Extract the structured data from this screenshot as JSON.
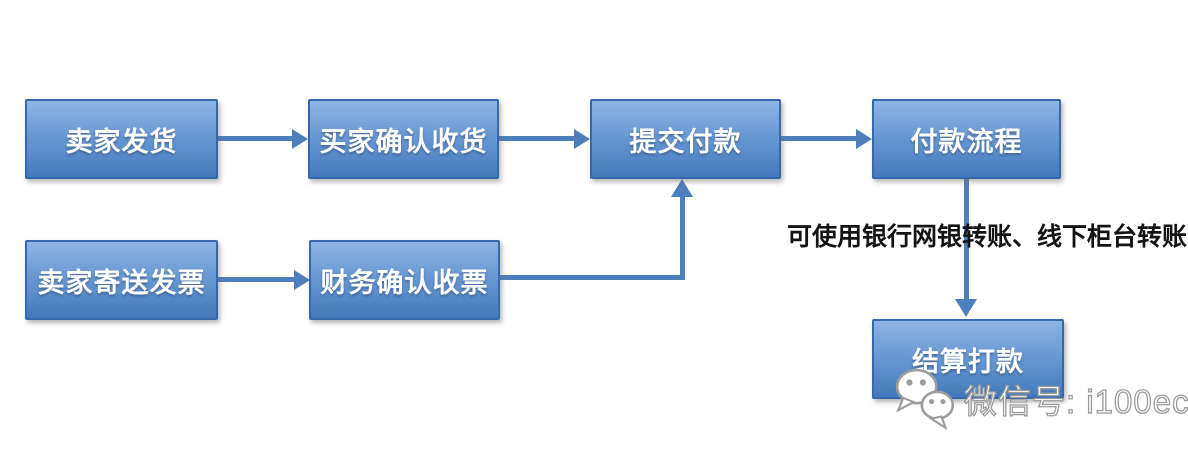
{
  "diagram": {
    "title_hint": "payment-process-flowchart",
    "nodes": [
      {
        "id": "seller-ships",
        "label": "卖家发货"
      },
      {
        "id": "buyer-confirms-receipt",
        "label": "买家确认收货"
      },
      {
        "id": "submit-payment",
        "label": "提交付款"
      },
      {
        "id": "payment-process",
        "label": "付款流程"
      },
      {
        "id": "seller-sends-invoice",
        "label": "卖家寄送发票"
      },
      {
        "id": "finance-confirms-invoice",
        "label": "财务确认收票"
      },
      {
        "id": "settlement-payout",
        "label": "结算打款"
      }
    ],
    "edges": [
      {
        "from": "seller-ships",
        "to": "buyer-confirms-receipt",
        "shape": "straight"
      },
      {
        "from": "buyer-confirms-receipt",
        "to": "submit-payment",
        "shape": "straight"
      },
      {
        "from": "submit-payment",
        "to": "payment-process",
        "shape": "straight"
      },
      {
        "from": "seller-sends-invoice",
        "to": "finance-confirms-invoice",
        "shape": "straight"
      },
      {
        "from": "finance-confirms-invoice",
        "to": "submit-payment",
        "shape": "elbow-up"
      },
      {
        "from": "payment-process",
        "to": "settlement-payout",
        "shape": "straight-down"
      }
    ],
    "annotation": "可使用银行网银转账、线下柜台转账",
    "colors": {
      "node_gradient_top": "#8fb5e4",
      "node_gradient_bottom": "#4379ba",
      "node_border": "#3568ac",
      "node_text": "#ffffff",
      "arrow": "#4d7fbd",
      "annotation_text": "#141414",
      "background": "#ffffff"
    }
  },
  "watermark": {
    "icon": "wechat-icon",
    "label": "微信号: i100ec"
  }
}
